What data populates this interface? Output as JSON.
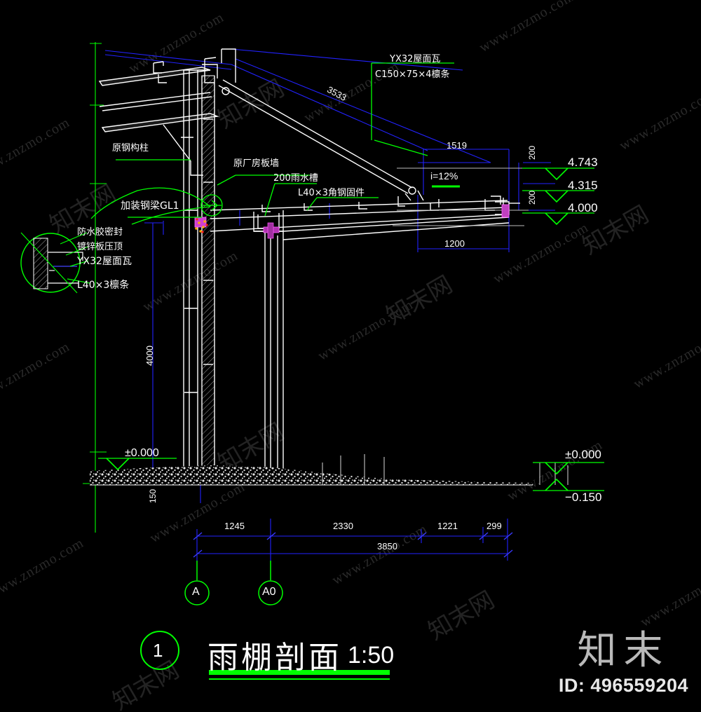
{
  "drawing": {
    "title": "雨棚剖面",
    "scale": "1:50",
    "marker": "1",
    "background": "#000000",
    "colors": {
      "white": "#ffffff",
      "green": "#00ff00",
      "blue": "#0000ff",
      "magenta": "#ff00ff",
      "cyan": "#00ffff",
      "yellow": "#ffff00",
      "red": "#ff0000"
    }
  },
  "annotations": {
    "left_detail": [
      "防水胶密封",
      "镀锌板压顶",
      "YX32屋面瓦",
      "L40×3檩条"
    ],
    "callouts": [
      {
        "id": "orig-steel-column",
        "text": "原钢构柱"
      },
      {
        "id": "orig-plant-wall",
        "text": "原厂房板墙"
      },
      {
        "id": "added-steel-beam",
        "text": "加装钢梁GL1"
      },
      {
        "id": "gutter",
        "text": "200雨水槽"
      },
      {
        "id": "angle-fixture",
        "text": "L40×3角钢固件"
      },
      {
        "id": "roof-tile",
        "text": "YX32屋面瓦"
      },
      {
        "id": "purlin-c150",
        "text": "C150×75×4檩条"
      }
    ]
  },
  "dimensions": {
    "slope_label": "i=12%",
    "rafter_length": "3533",
    "upper_horizontal": "1519",
    "lower_horizontal": "1200",
    "column_height": "4000",
    "ground_depth": "150",
    "eave_offsets": [
      "200",
      "200"
    ],
    "chain": [
      "1245",
      "2330",
      "1221",
      "299"
    ],
    "overall": "3850"
  },
  "elevations": {
    "right_top": [
      {
        "value": "4.743"
      },
      {
        "value": "4.315"
      },
      {
        "value": "4.000"
      }
    ],
    "right_bottom": [
      {
        "value": "±0.000"
      },
      {
        "value": "−0.150"
      }
    ],
    "left": [
      {
        "value": "±0.000"
      }
    ]
  },
  "grid_bubbles": [
    {
      "label": "A"
    },
    {
      "label": "A0"
    }
  ],
  "watermark": {
    "url_text": "www.znzmo.com",
    "cn_text": "知末网",
    "brand": "知末",
    "id_label": "ID: 496559204"
  }
}
